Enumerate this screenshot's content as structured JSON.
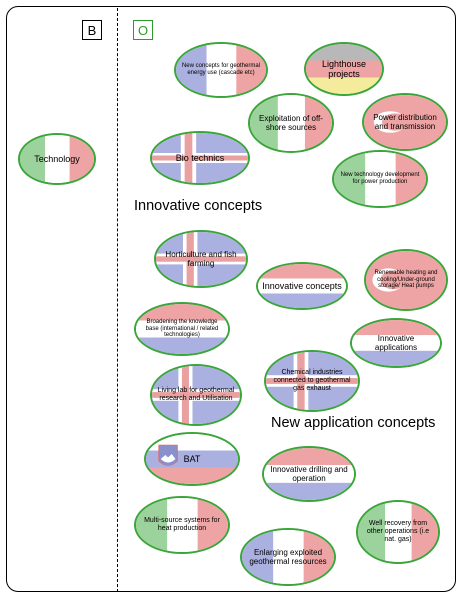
{
  "tags": {
    "left": "B",
    "right": "O"
  },
  "headings": {
    "innovative_concepts": "Innovative concepts",
    "new_application_concepts": "New application concepts"
  },
  "bubbles": {
    "technology": "Technology",
    "new_concepts": "New concepts for geothermal energy use (cascade etc)",
    "lighthouse": "Lighthouse projects",
    "offshore": "Exploitation of off-shore sources",
    "power_distribution": "Power distribution and transmission",
    "bio_technics": "Bio technics",
    "new_tech_power": "New technology development for power production",
    "horticulture": "Horticulture and fish farming",
    "innovative_concepts": "Innovative concepts",
    "renewable_heating": "Renewable heating and cooling/Under-ground storage/ Heat pumps",
    "broadening": "Broadening the knowledge base (international / related technologies)",
    "innovative_applications": "Innovative applications",
    "living_lab": "Living lab for geothermal research and Utilisation",
    "chemical": "Chemical industries connected to geothermal gas exhaust",
    "bat": "BAT",
    "drilling": "Innovative drilling and operation",
    "multi_source": "Multi-source systems for heat production",
    "well_recovery": "Well recovery from other operations (i.e nat. gas)",
    "enlarging": "Enlarging exploited geothermal resources"
  },
  "flag_colors": {
    "blue": "#aab0e0",
    "red": "#eea4a4",
    "green": "#9cd29c",
    "white": "#ffffff",
    "yellow": "#f4ec9c",
    "grey": "#b8b8b8",
    "cross_red": "#e8a0a0"
  }
}
